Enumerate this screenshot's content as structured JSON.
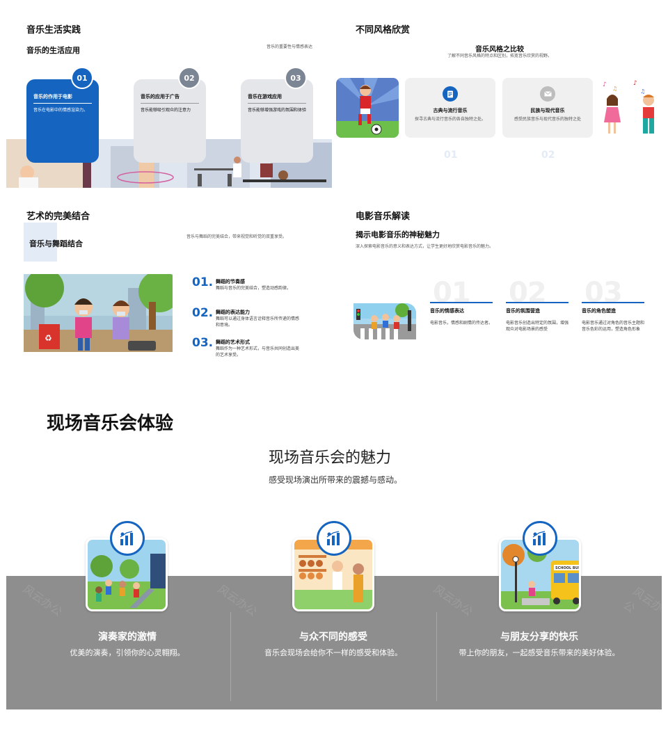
{
  "slide1": {
    "title": "音乐生活实践",
    "subtitle": "音乐的生活应用",
    "note": "音乐的重要性与情感表达",
    "cards": [
      {
        "num": "01",
        "title": "音乐的作用于电影",
        "desc": "音乐在电影中的情感渲染力。"
      },
      {
        "num": "02",
        "title": "音乐的应用于广告",
        "desc": "音乐能够吸引观众的注意力"
      },
      {
        "num": "03",
        "title": "音乐在游戏应用",
        "desc": "音乐能够增强游戏的氛围和体验"
      }
    ],
    "colors": {
      "primary": "#1565c0",
      "gray": "#7b8594",
      "card": "#e4e6ea"
    }
  },
  "slide2": {
    "title": "不同风格欣赏",
    "heading": "音乐风格之比较",
    "desc": "了解不同音乐风格的特点和区别，拓宽音乐欣赏的视野。",
    "cards": [
      {
        "icon": "document-icon",
        "title": "古典与流行音乐",
        "desc": "探寻古典与流行音乐的各自独特之处。",
        "num": "01"
      },
      {
        "icon": "mail-icon",
        "title": "民族与现代音乐",
        "desc": "感受民族音乐与现代音乐的独特之处",
        "num": "02"
      }
    ]
  },
  "slide3": {
    "title": "艺术的完美结合",
    "subtitle": "音乐与舞蹈结合",
    "desc": "音乐与舞蹈的完美结合，带来视觉和听觉的双重享受。",
    "items": [
      {
        "num": "01.",
        "title": "舞蹈的节奏感",
        "desc": "舞蹈与音乐的完美结合，塑造动感韵律。"
      },
      {
        "num": "02.",
        "title": "舞蹈的表达能力",
        "desc": "舞蹈可以通过身体语言诠释音乐所传递的情感和意境。"
      },
      {
        "num": "03.",
        "title": "舞蹈的艺术形式",
        "desc": "舞蹈作为一种艺术形式，与音乐共同创造出美的艺术享受。"
      }
    ]
  },
  "slide4": {
    "title": "电影音乐解读",
    "subtitle": "揭示电影音乐的神秘魅力",
    "desc": "深入探索电影音乐的意义和表达方式，让学生更好地欣赏电影音乐的魅力。",
    "cols": [
      {
        "num": "01",
        "title": "音乐的情感表达",
        "desc": "电影音乐，情感和剧情的传达者。"
      },
      {
        "num": "02",
        "title": "音乐的氛围营造",
        "desc": "电影音乐创造出特定的氛围，增强观众对电影场景的感受"
      },
      {
        "num": "03",
        "title": "音乐的角色塑造",
        "desc": "电影音乐通过对角色的音乐主题和音乐色彩的运用，塑造角色形象"
      }
    ]
  },
  "slide5": {
    "title": "现场音乐会体验",
    "heading": "现场音乐会的魅力",
    "desc": "感受现场演出所带来的震撼与感动。",
    "cols": [
      {
        "icon": "chart-icon",
        "title": "演奏家的激情",
        "desc": "优美的演奏，引领你的心灵翱翔。"
      },
      {
        "icon": "chart-icon",
        "title": "与众不同的感受",
        "desc": "音乐会现场会给你不一样的感受和体验。"
      },
      {
        "icon": "chart-icon",
        "title": "与朋友分享的快乐",
        "desc": "带上你的朋友，一起感受音乐带来的美好体验。"
      }
    ],
    "watermark": "风云办公",
    "bus_text": "SCHOOL BUS"
  }
}
